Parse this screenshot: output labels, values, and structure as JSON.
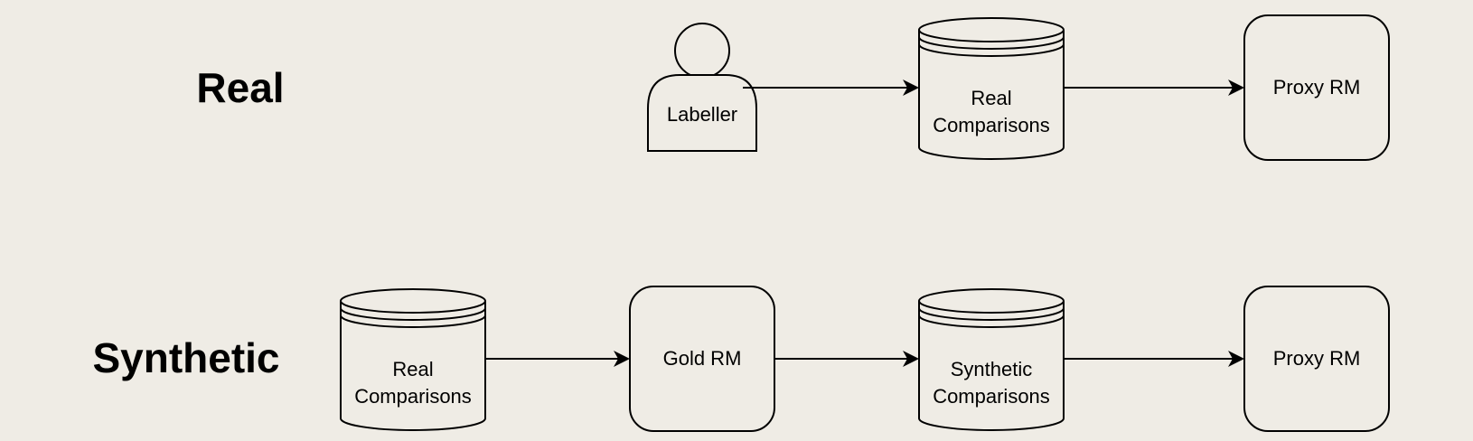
{
  "rows": {
    "real": "Real",
    "synthetic": "Synthetic"
  },
  "nodes": {
    "labeller": {
      "label": "Labeller",
      "icon": "person-icon"
    },
    "real_comparisons_top": {
      "line1": "Real",
      "line2": "Comparisons",
      "icon": "database-icon"
    },
    "proxy_rm_top": {
      "label": "Proxy RM"
    },
    "real_comparisons_bottom": {
      "line1": "Real",
      "line2": "Comparisons",
      "icon": "database-icon"
    },
    "gold_rm": {
      "label": "Gold RM"
    },
    "synthetic_comparisons": {
      "line1": "Synthetic",
      "line2": "Comparisons",
      "icon": "database-icon"
    },
    "proxy_rm_bottom": {
      "label": "Proxy RM"
    }
  },
  "colors": {
    "background": "#efece5",
    "stroke": "#000000"
  }
}
